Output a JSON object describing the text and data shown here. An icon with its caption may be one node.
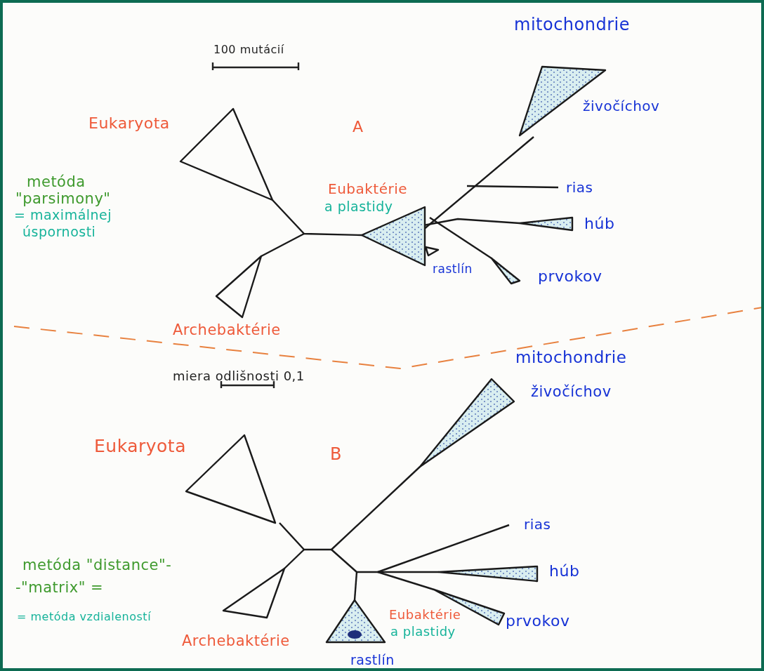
{
  "diagram": {
    "labels": [
      "100 mutácií",
      "mitochondrie",
      "Eukaryota",
      "A",
      "živočíchov",
      "metóda",
      "\"parsimony\"",
      "= maximálnej",
      "úspornosti",
      "rias",
      "Eubaktérie",
      "a plastidy",
      "húb",
      "rastlín",
      "prvokov",
      "Archebaktérie",
      "mitochondrie",
      "miera odlišnosti 0,1",
      "živočíchov",
      "Eukaryota",
      "B",
      "rias",
      "metóda \"distance\"-",
      "-\"matrix\" =",
      "= metóda vzdialeností",
      "húb",
      "Eubaktérie",
      "a plastidy",
      "prvokov",
      "Archebaktérie",
      "rastlín"
    ]
  }
}
